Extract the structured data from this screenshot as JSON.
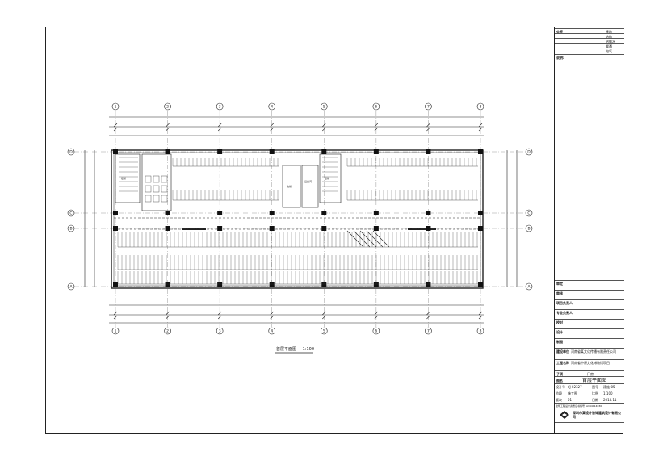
{
  "sheet": {
    "drawing_caption": "首层平面图",
    "drawing_scale": "1:100"
  },
  "plan": {
    "column_axes": [
      "1",
      "2",
      "3",
      "4",
      "5",
      "6",
      "7",
      "8"
    ],
    "row_axes": [
      "D",
      "C",
      "B",
      "A"
    ],
    "room_labels": {
      "stair_left": "楼梯",
      "elevator": "电梯",
      "stair_center": "楼梯",
      "machine_room": "设备间"
    }
  },
  "title_block": {
    "top_rows": [
      {
        "label": "会签",
        "value": "",
        "value2": "建筑"
      },
      {
        "label": "",
        "value": "",
        "value2": "结构"
      },
      {
        "label": "",
        "value": "",
        "value2": "给排水"
      },
      {
        "label": "",
        "value": "",
        "value2": "暖通"
      },
      {
        "label": "",
        "value": "",
        "value2": "电气"
      }
    ],
    "notes_label": "说明:",
    "staff_rows": [
      {
        "label": "审定",
        "value": "",
        "value2": ""
      },
      {
        "label": "审核",
        "value": "",
        "value2": ""
      },
      {
        "label": "项目负责人",
        "value": "",
        "value2": ""
      },
      {
        "label": "专业负责人",
        "value": "",
        "value2": ""
      },
      {
        "label": "校对",
        "value": "",
        "value2": ""
      },
      {
        "label": "设计",
        "value": "",
        "value2": ""
      },
      {
        "label": "制图",
        "value": "",
        "value2": ""
      }
    ],
    "client_label": "建设单位",
    "client_value": "河南省某文化传播有限责任公司",
    "project_label": "工程名称",
    "project_value": "河南省中原文化博物馆项目",
    "subitem_label": "子项",
    "subitem_value": "厂房",
    "drawing_label": "图名",
    "drawing_value": "首层平面图",
    "meta": {
      "project_no_label": "设计号",
      "project_no": "YJ-02327",
      "sheet_no_label": "图号",
      "sheet_no": "建施-05",
      "phase_label": "阶段",
      "phase": "施工图",
      "scale_label": "比例",
      "scale": "1:100",
      "version_label": "版次",
      "version": "01",
      "date_label": "日期",
      "date": "2018.11"
    },
    "cert_line": "建筑工程设计资质证书编号: A144014030",
    "company_name": "深圳市某设计咨询建筑设计有限公司"
  }
}
